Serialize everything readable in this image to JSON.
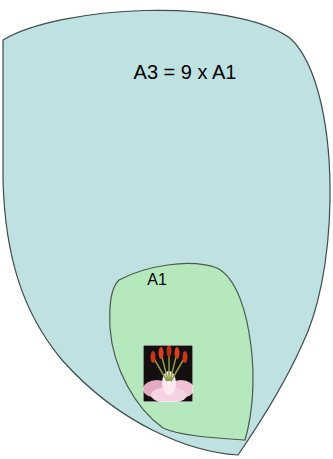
{
  "diagram": {
    "nodes": [
      {
        "text": [
          "A3 = 9 x A1"
        ]
      },
      {
        "text": [
          "A1"
        ],
        "in": 0
      }
    ]
  }
}
